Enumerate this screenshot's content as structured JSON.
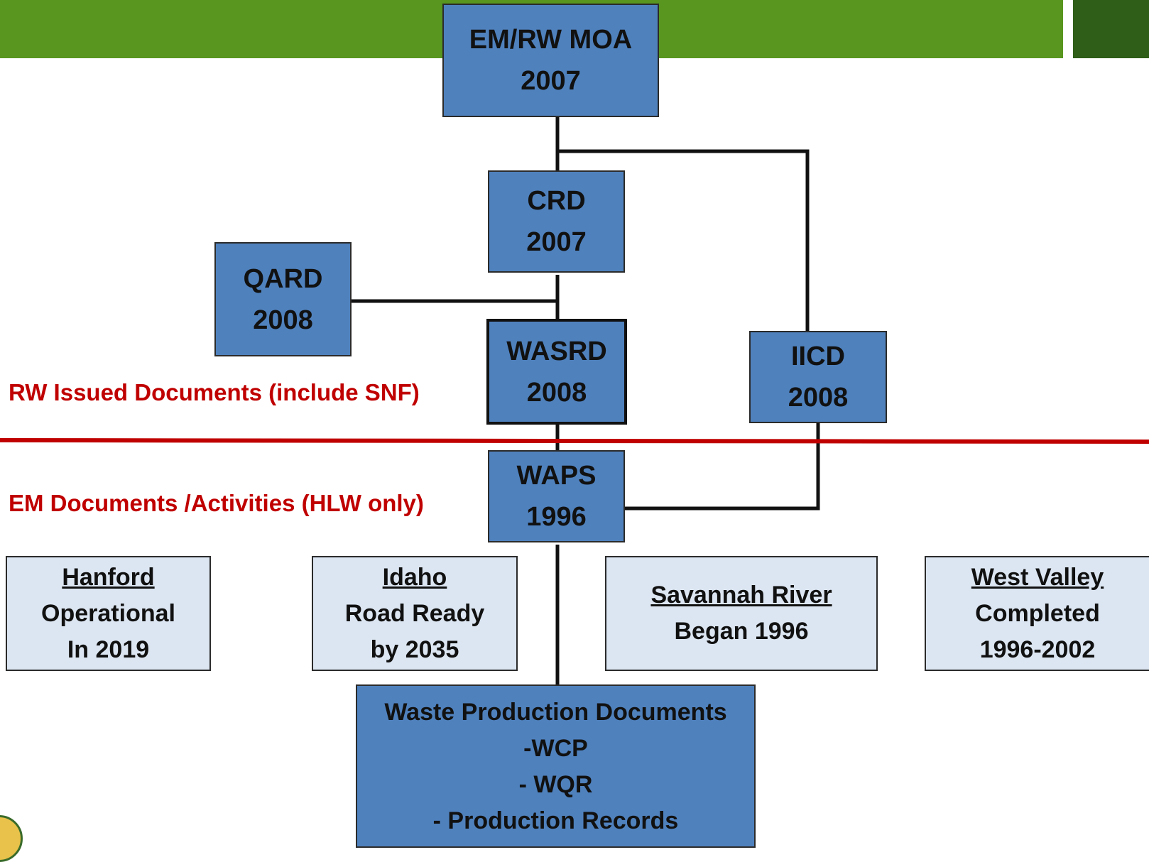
{
  "colors": {
    "header_bar": "#58961f",
    "header_bar_dark": "#2e5e17",
    "box_fill": "#4f81bd",
    "site_fill": "#dce6f2",
    "divider": "#c00000",
    "label_text": "#c00000"
  },
  "nodes": {
    "em_rw_moa": {
      "line1": "EM/RW MOA",
      "line2": "2007"
    },
    "crd": {
      "line1": "CRD",
      "line2": "2007"
    },
    "qard": {
      "line1": "QARD",
      "line2": "2008"
    },
    "wasrd": {
      "line1": "WASRD",
      "line2": "2008"
    },
    "iicd": {
      "line1": "IICD",
      "line2": "2008"
    },
    "waps": {
      "line1": "WAPS",
      "line2": "1996"
    }
  },
  "section_labels": {
    "rw": "RW Issued Documents (include SNF)",
    "em": "EM Documents /Activities (HLW only)"
  },
  "sites": [
    {
      "name": "Hanford",
      "lines": [
        "Operational",
        "In 2019"
      ]
    },
    {
      "name": "Idaho",
      "lines": [
        "Road Ready",
        "by  2035"
      ]
    },
    {
      "name": "Savannah River",
      "lines": [
        "Began 1996"
      ]
    },
    {
      "name": "West Valley",
      "lines": [
        "Completed",
        "1996-2002"
      ]
    }
  ],
  "waste_production": {
    "title": "Waste Production Documents",
    "items": [
      "-WCP",
      "- WQR",
      "- Production Records"
    ]
  }
}
